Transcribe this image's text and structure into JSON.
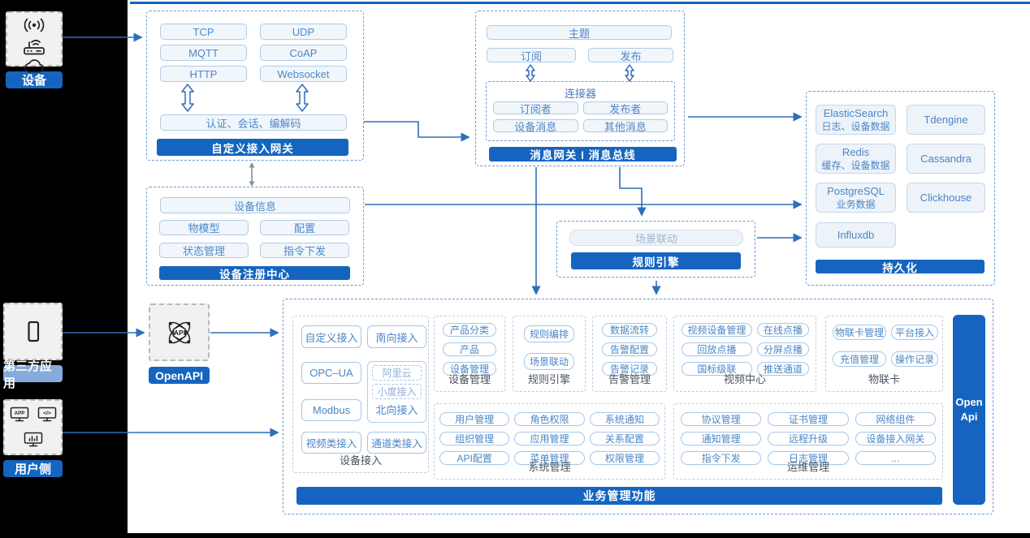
{
  "palette": {
    "accent_blue": "#1565c0",
    "pill_text_blue": "#4a86c6",
    "light_label_blue": "#84abdc",
    "line_blue": "#2e6fbc"
  },
  "sidebar": {
    "groups": [
      {
        "label": "设备",
        "icons": [
          "radio-waves-icon",
          "router-icon",
          "cloud-icon"
        ]
      },
      {
        "label": "第三方应用",
        "icons": [
          "phone-icon"
        ]
      },
      {
        "label": "用户侧",
        "icons": [
          "app-window-icon",
          "code-window-icon",
          "chart-window-icon"
        ]
      }
    ]
  },
  "gateway": {
    "protocols": [
      "TCP",
      "UDP",
      "MQTT",
      "CoAP",
      "HTTP",
      "Websocket"
    ],
    "auth": "认证、会话、编解码",
    "bar": "自定义接入网关"
  },
  "message_bus": {
    "topic": "主题",
    "subscribe": "订阅",
    "publish": "发布",
    "connector": {
      "title": "连接器",
      "pills": [
        "订阅者",
        "发布者",
        "设备消息",
        "其他消息"
      ]
    },
    "bar": "消息网关 I 消息总线"
  },
  "persistence": {
    "stores": [
      {
        "name": "ElasticSearch",
        "sub": "日志、设备数据"
      },
      {
        "name": "Tdengine",
        "sub": ""
      },
      {
        "name": "Redis",
        "sub": "缓存、设备数据"
      },
      {
        "name": "Cassandra",
        "sub": ""
      },
      {
        "name": "PostgreSQL",
        "sub": "业务数据"
      },
      {
        "name": "Clickhouse",
        "sub": ""
      },
      {
        "name": "Influxdb",
        "sub": ""
      }
    ],
    "bar": "持久化"
  },
  "registry": {
    "wide": "设备信息",
    "pills": [
      "物模型",
      "配置",
      "状态管理",
      "指令下发"
    ],
    "bar": "设备注册中心"
  },
  "rule_box": {
    "scene": "场景联动",
    "bar": "规则引擎"
  },
  "openapi": {
    "label": "OpenAPI"
  },
  "business": {
    "bar": "业务管理功能",
    "open_api": "Open Api",
    "device_access": {
      "label": "设备接入",
      "left": [
        "自定义接入",
        "OPC–UA",
        "Modbus",
        "视频类接入"
      ],
      "right_top": "南向接入",
      "north": {
        "dashed": [
          "阿里云",
          "小度接入"
        ],
        "label": "北向接入"
      },
      "right_bottom": "通道类接入"
    },
    "device_mgmt": {
      "label": "设备管理",
      "pills": [
        "产品分类",
        "产品",
        "设备管理"
      ]
    },
    "rule_engine": {
      "label": "规则引擎",
      "pills": [
        "规则编排",
        "场景联动"
      ]
    },
    "alarm": {
      "label": "告警管理",
      "pills": [
        "数据流转",
        "告警配置",
        "告警记录"
      ]
    },
    "video": {
      "label": "视频中心",
      "pills": [
        "视频设备管理",
        "在线点播",
        "回放点播",
        "分屏点播",
        "国标级联",
        "推送通道"
      ]
    },
    "iot_card": {
      "label": "物联卡",
      "pills": [
        "物联卡管理",
        "平台接入",
        "充值管理",
        "操作记录"
      ]
    },
    "system": {
      "label": "系统管理",
      "pills": [
        "用户管理",
        "角色权限",
        "系统通知",
        "组织管理",
        "应用管理",
        "关系配置",
        "API配置",
        "菜单管理",
        "权限管理"
      ]
    },
    "ops": {
      "label": "运维管理",
      "pills": [
        "协议管理",
        "证书管理",
        "网络组件",
        "通知管理",
        "远程升级",
        "设备接入网关",
        "指令下发",
        "日志管理",
        "..."
      ]
    }
  }
}
